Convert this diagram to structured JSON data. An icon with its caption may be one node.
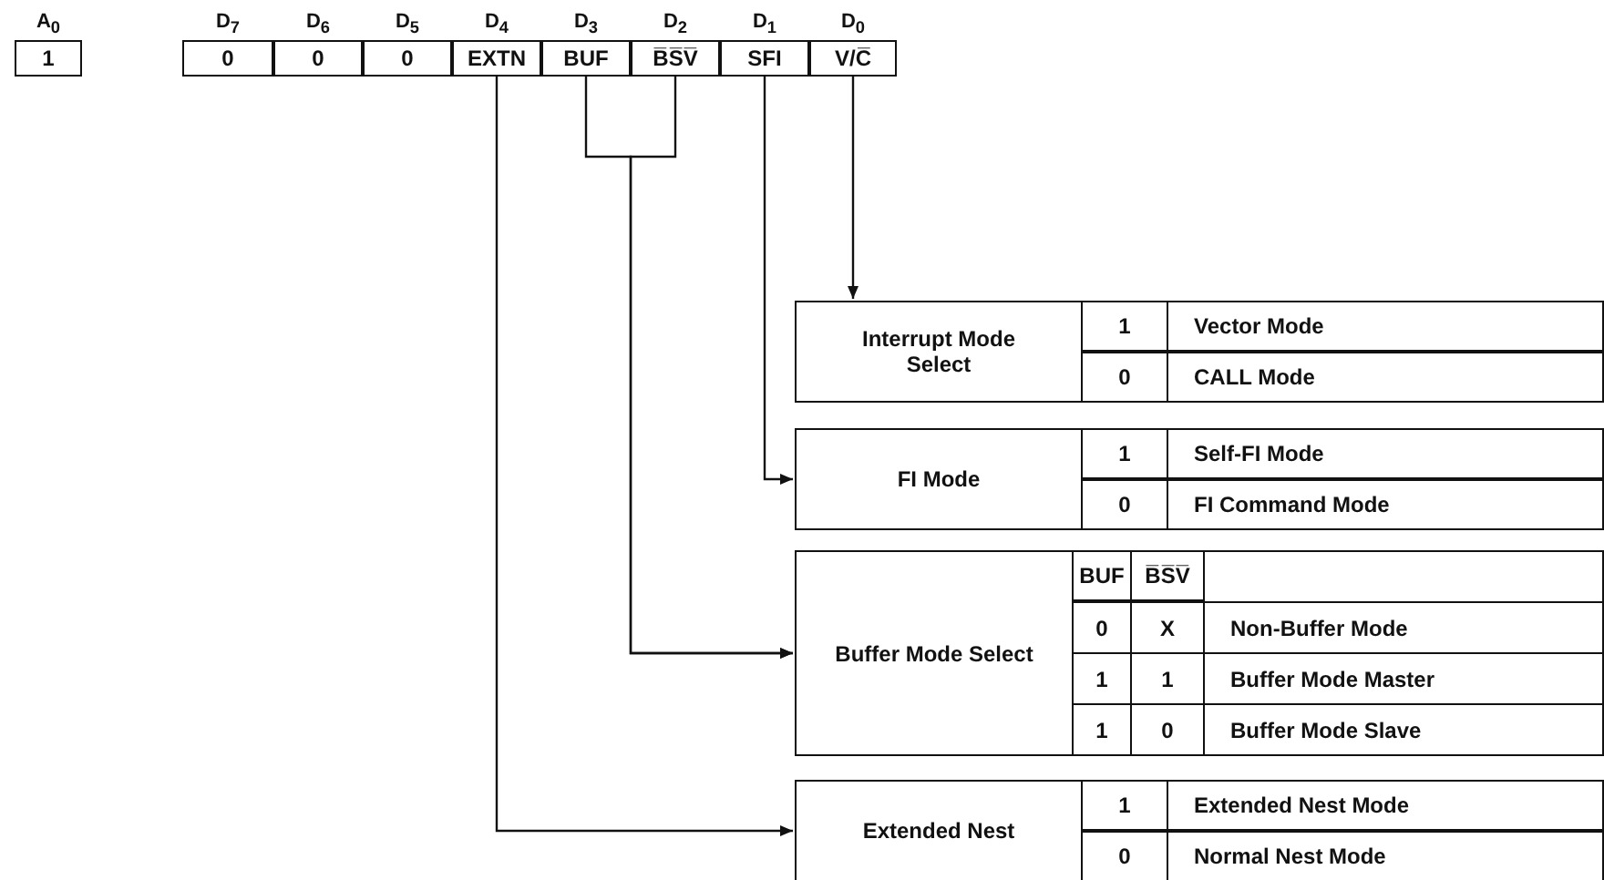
{
  "diagram": {
    "nodes": [
      {
        "text": [
          "A$_{0}$",
          "1"
        ]
      },
      {
        "text": [
          "D$_{7}$",
          "0"
        ]
      },
      {
        "text": [
          "D$_{6}$",
          "0"
        ]
      },
      {
        "text": [
          "D$_{5}$",
          "0"
        ]
      },
      {
        "text": [
          "D$_{4}$",
          "EXTN"
        ]
      },
      {
        "text": [
          "D$_{3}$",
          "BUF"
        ]
      },
      {
        "text": [
          "D$_{2}$",
          "B̅S̅V̅"
        ]
      },
      {
        "text": [
          "D$_{1}$",
          "SFI"
        ]
      },
      {
        "text": [
          "D$_{0}$",
          "V/C̅"
        ]
      },
      {
        "text": [
          "Interrupt Mode Select"
        ]
      },
      {
        "text": [
          "FI Mode"
        ]
      },
      {
        "text": [
          "Buffer Mode Select"
        ]
      },
      {
        "text": [
          "Extended Nest"
        ]
      }
    ],
    "edges": [
      {
        "from": 8,
        "to": 9,
        "arrow": "to"
      },
      {
        "from": 7,
        "to": 10,
        "arrow": "to"
      },
      {
        "from": 5,
        "to": 11,
        "arrow": "to"
      },
      {
        "from": 6,
        "to": 11,
        "arrow": "to"
      },
      {
        "from": 4,
        "to": 12,
        "arrow": "to"
      }
    ],
    "labels": [
      "1",
      "Vector Mode",
      "0",
      "CALL Mode",
      "1",
      "Self-FI Mode",
      "0",
      "FI Command Mode",
      "BUF",
      "B̅S̅V̅",
      "0",
      "X",
      "Non-Buffer Mode",
      "1",
      "1",
      "Buffer Mode Master",
      "1",
      "0",
      "Buffer Mode Slave",
      "1",
      "Extended Nest Mode",
      "0",
      "Normal Nest Mode"
    ]
  }
}
